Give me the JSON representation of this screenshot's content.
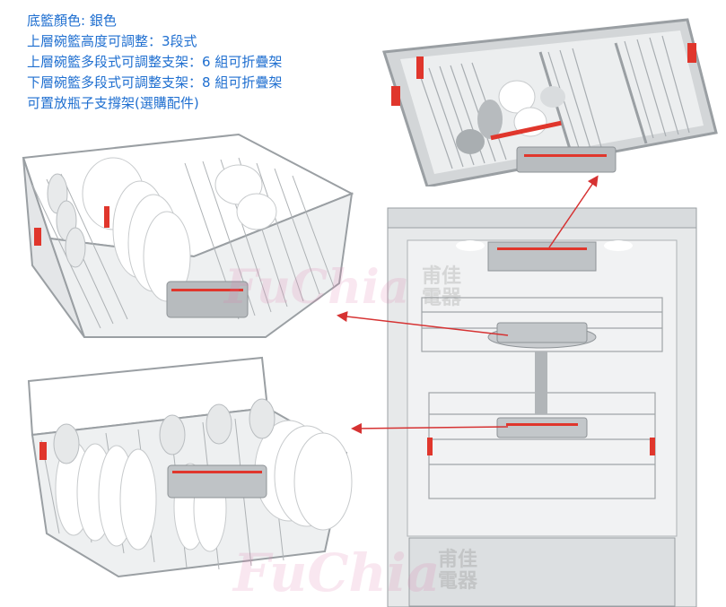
{
  "specs": [
    "底籃顏色: 銀色",
    "上層碗籃高度可調整：3段式",
    "上層碗籃多段式可調整支架：6 組可折疊架",
    "下層碗籃多段式可調整支架：8 組可折疊架",
    "可置放瓶子支撐架(選購配件)"
  ],
  "watermark": {
    "latin": "FuChia",
    "chinese_top": "甫佳",
    "chinese_bottom": "電器"
  },
  "colors": {
    "spec_text": "#1f6fd0",
    "arrow": "#d63232",
    "accent_red": "#e0362c",
    "steel": "#c9ccce",
    "steel_dark": "#8e9397"
  }
}
